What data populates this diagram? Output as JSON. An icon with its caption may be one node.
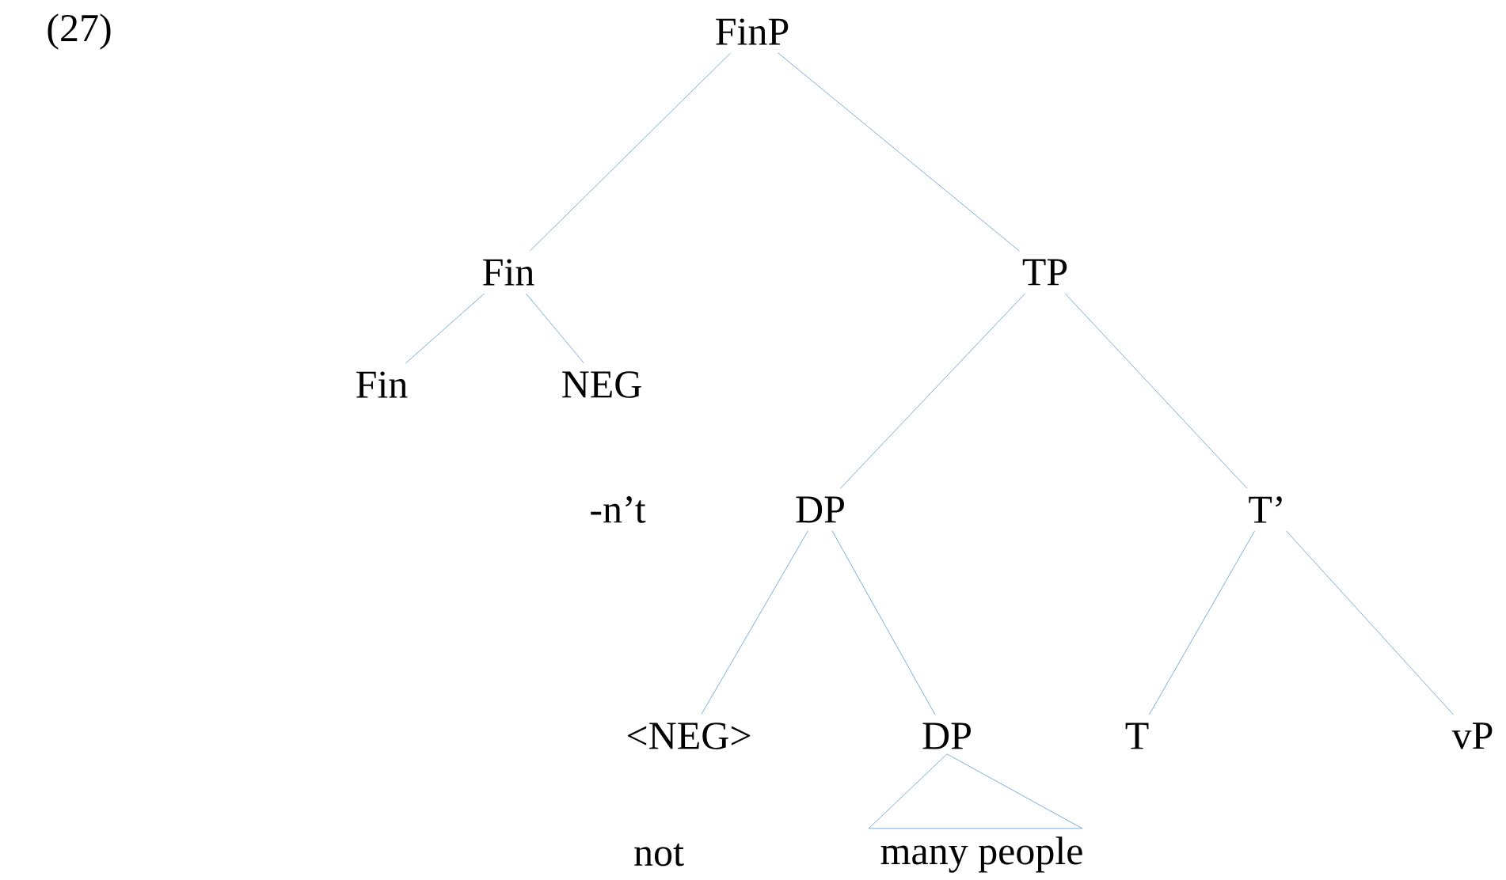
{
  "diagram": {
    "nodes": [
      {
        "text": [
          "FinP"
        ]
      },
      {
        "text": [
          "Fin"
        ]
      },
      {
        "text": [
          "TP"
        ]
      },
      {
        "text": [
          "Fin"
        ]
      },
      {
        "text": [
          "NEG"
        ]
      },
      {
        "text": [
          "DP"
        ]
      },
      {
        "text": [
          "T’"
        ]
      },
      {
        "text": [
          "<NEG>"
        ]
      },
      {
        "text": [
          "DP"
        ]
      },
      {
        "text": [
          "T"
        ]
      },
      {
        "text": [
          "vP"
        ]
      },
      {
        "text": [
          "many people"
        ]
      }
    ],
    "edges": [
      {
        "from": 0,
        "to": 1,
        "arrow": "none"
      },
      {
        "from": 0,
        "to": 2,
        "arrow": "none"
      },
      {
        "from": 1,
        "to": 3,
        "arrow": "none"
      },
      {
        "from": 1,
        "to": 4,
        "arrow": "none"
      },
      {
        "from": 2,
        "to": 5,
        "arrow": "none"
      },
      {
        "from": 2,
        "to": 6,
        "arrow": "none"
      },
      {
        "from": 5,
        "to": 7,
        "arrow": "none"
      },
      {
        "from": 5,
        "to": 8,
        "arrow": "none"
      },
      {
        "from": 6,
        "to": 9,
        "arrow": "none"
      },
      {
        "from": 6,
        "to": 10,
        "arrow": "none"
      },
      {
        "from": 8,
        "to": 11,
        "arrow": "none"
      }
    ],
    "labels": [
      "(27)",
      "-n’t",
      "not"
    ]
  }
}
